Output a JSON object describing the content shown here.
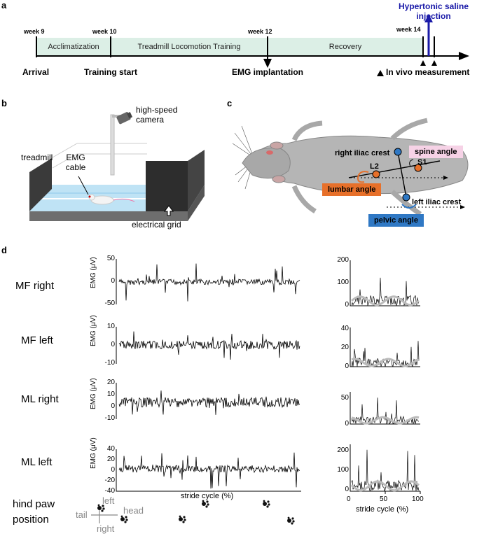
{
  "panels": {
    "a": "a",
    "b": "b",
    "c": "c",
    "d": "d"
  },
  "timeline": {
    "weeks": [
      "week 9",
      "week 10",
      "week 12",
      "week 14"
    ],
    "segments": [
      "Acclimatization",
      "Treadmill Locomotion Training",
      "Recovery"
    ],
    "events": [
      "Arrival",
      "Training start",
      "EMG implantation"
    ],
    "injection": "Hypertonic saline injection",
    "in_vivo": "In vivo measurement",
    "colors": {
      "segment_fill": "#dcefe6",
      "injection": "#1a1aa8"
    }
  },
  "setup": {
    "camera": "high-speed camera",
    "treadmill": "treadmill",
    "emg_cable": "EMG cable",
    "grid": "electrical grid"
  },
  "rat": {
    "right_iliac": "right iliac crest",
    "left_iliac": "left iliac crest",
    "spine_angle": "spine angle",
    "l2": "L2",
    "s1": "S1",
    "lumbar_angle": "lumbar angle",
    "pelvic_angle": "pelvic angle",
    "colors": {
      "spine_box": "#f6d2e6",
      "lumbar_box": "#e7702a",
      "pelvic_box": "#2f78c4",
      "marker": "#e7702a",
      "marker2": "#2f78c4"
    }
  },
  "emg": {
    "ylabel": "EMG (μV)",
    "xlabel": "stride cycle (%)",
    "rows": [
      {
        "label": "MF right",
        "ticks": [
          "50",
          "0",
          "-50"
        ]
      },
      {
        "label": "MF left",
        "ticks": [
          "10",
          "0",
          "-10"
        ]
      },
      {
        "label": "ML right",
        "ticks": [
          "20",
          "10",
          "0",
          "-10"
        ]
      },
      {
        "label": "ML left",
        "ticks": [
          "40",
          "20",
          "0",
          "-20",
          "-40"
        ]
      }
    ],
    "hind_paw": "hind paw position",
    "compass": {
      "left": "left",
      "right": "right",
      "tail": "tail",
      "head": "head"
    }
  },
  "envelope": {
    "xlabel": "stride cycle (%)",
    "xticks": [
      "0",
      "50",
      "100"
    ],
    "rows": [
      {
        "ticks": [
          "200",
          "100",
          "0"
        ]
      },
      {
        "ticks": [
          "40",
          "20",
          "0"
        ]
      },
      {
        "ticks": [
          "50",
          "0"
        ]
      },
      {
        "ticks": [
          "200",
          "100",
          "0"
        ]
      }
    ]
  }
}
